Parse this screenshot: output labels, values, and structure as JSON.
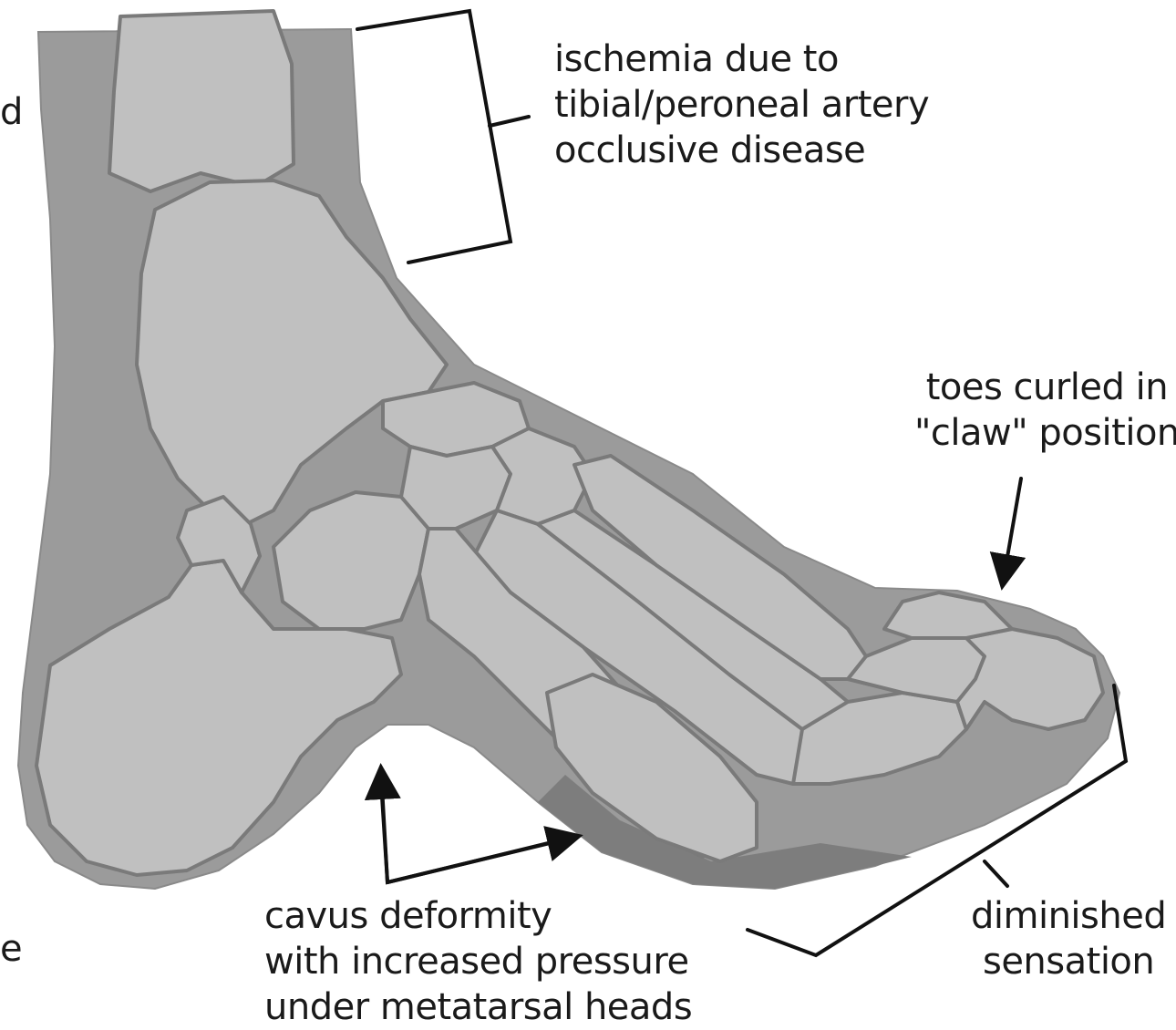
{
  "labels": {
    "ischemia": [
      "ischemia due to",
      "tibial/peroneal artery",
      "occlusive disease"
    ],
    "toes": [
      "toes curled in",
      "\"claw\" position"
    ],
    "cavus": [
      "cavus deformity",
      "with increased pressure",
      "under metatarsal heads"
    ],
    "diminished": [
      "diminished",
      "sensation"
    ],
    "fragment_top": "d",
    "fragment_bottom": "e"
  },
  "colors": {
    "soft_tissue": "#9a9a9a",
    "bone": "#bfbfbf",
    "bone_outline": "#7e7e7e",
    "annotation_line": "#111111",
    "background": "#ffffff"
  }
}
